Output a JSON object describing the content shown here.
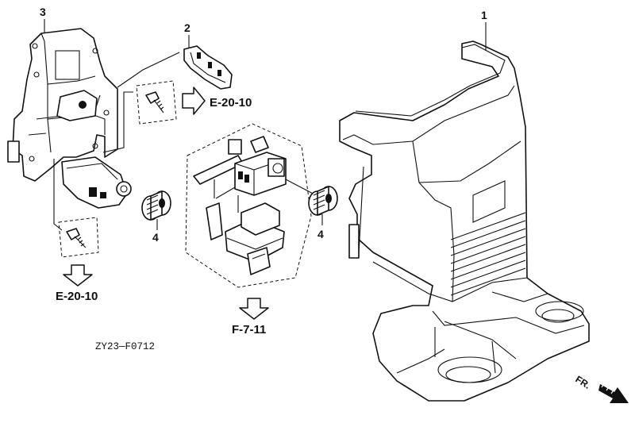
{
  "callouts": {
    "part_1": "1",
    "part_2": "2",
    "part_3": "3",
    "part_4_left": "4",
    "part_4_right": "4"
  },
  "references": {
    "ref_upper": "E-20-10",
    "ref_lower_left": "E-20-10",
    "ref_center": "F-7-11"
  },
  "diagram_code": "ZY23—F0712",
  "front_indicator": "FR."
}
